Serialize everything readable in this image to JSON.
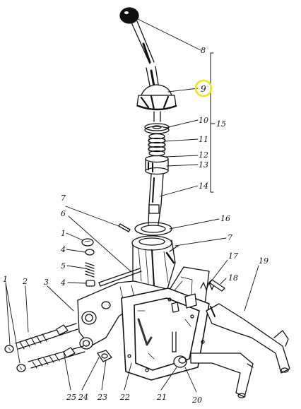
{
  "diagram": {
    "highlight_color": "#f2e01a",
    "ink_color": "#111111",
    "callouts": [
      {
        "id": "c8",
        "label": "8"
      },
      {
        "id": "c9",
        "label": "9"
      },
      {
        "id": "c10",
        "label": "10"
      },
      {
        "id": "c11",
        "label": "11"
      },
      {
        "id": "c12",
        "label": "12"
      },
      {
        "id": "c13",
        "label": "13"
      },
      {
        "id": "c14",
        "label": "14"
      },
      {
        "id": "c15",
        "label": "15"
      },
      {
        "id": "c16",
        "label": "16"
      },
      {
        "id": "c7a",
        "label": "7"
      },
      {
        "id": "c7b",
        "label": "7"
      },
      {
        "id": "c6",
        "label": "6"
      },
      {
        "id": "c1a",
        "label": "1"
      },
      {
        "id": "c4a",
        "label": "4"
      },
      {
        "id": "c5",
        "label": "5"
      },
      {
        "id": "c4b",
        "label": "4"
      },
      {
        "id": "c17",
        "label": "17"
      },
      {
        "id": "c18",
        "label": "18"
      },
      {
        "id": "c19",
        "label": "19"
      },
      {
        "id": "c1b",
        "label": "1"
      },
      {
        "id": "c2",
        "label": "2"
      },
      {
        "id": "c3",
        "label": "3"
      },
      {
        "id": "c25",
        "label": "25"
      },
      {
        "id": "c24",
        "label": "24"
      },
      {
        "id": "c23",
        "label": "23"
      },
      {
        "id": "c22",
        "label": "22"
      },
      {
        "id": "c21",
        "label": "21"
      },
      {
        "id": "c20",
        "label": "20"
      }
    ]
  }
}
